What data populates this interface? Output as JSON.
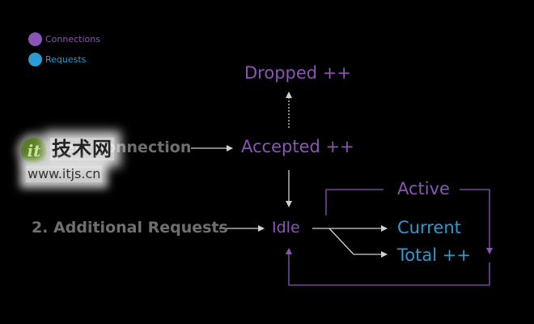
{
  "legend": {
    "items": [
      {
        "label": "Connections",
        "color": "#8a55b5"
      },
      {
        "label": "Requests",
        "color": "#2a9bd4"
      }
    ]
  },
  "nodes": {
    "new_connection": "1. New Connection",
    "additional_requests": "2. Additional Requests",
    "dropped": "Dropped ++",
    "accepted": "Accepted ++",
    "idle": "Idle",
    "active": "Active",
    "current": "Current",
    "total": "Total ++"
  },
  "watermark": {
    "logo_text": "it",
    "title": "技术网",
    "url": "www.itjs.cn"
  },
  "colors": {
    "background": "#000000",
    "connection": "#8a55b5",
    "request": "#2a9bd4",
    "label_grey": "#6f6f6f",
    "arrow_white": "#d0d0d0"
  }
}
